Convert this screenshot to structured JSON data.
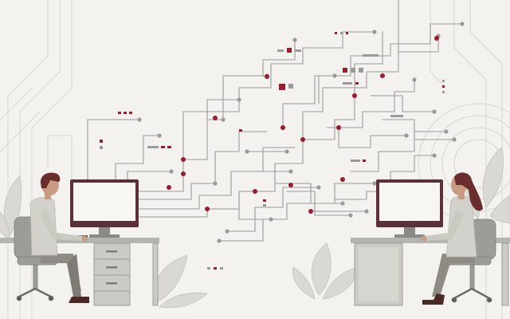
{
  "scene": {
    "description_free": true,
    "palette": {
      "background": "#f4f2ee",
      "line": "#9a9a9a",
      "line_light": "#cfcfcb",
      "accent": "#9b1b30",
      "desk": "#cbcbc6",
      "desk_dark": "#a9a9a4",
      "monitor_frame": "#5c3036",
      "monitor_screen": "#f7f6f3",
      "shirt": "#d2d1cb",
      "pants": "#8e8a84",
      "hair": "#6a2e2c",
      "skin": "#c99b82",
      "chair": "#9c9c98",
      "plant": "#d9d8d2"
    },
    "icons": [
      "left-worker",
      "right-worker",
      "left-monitor",
      "right-monitor",
      "network-lines",
      "decorative-plants"
    ]
  }
}
